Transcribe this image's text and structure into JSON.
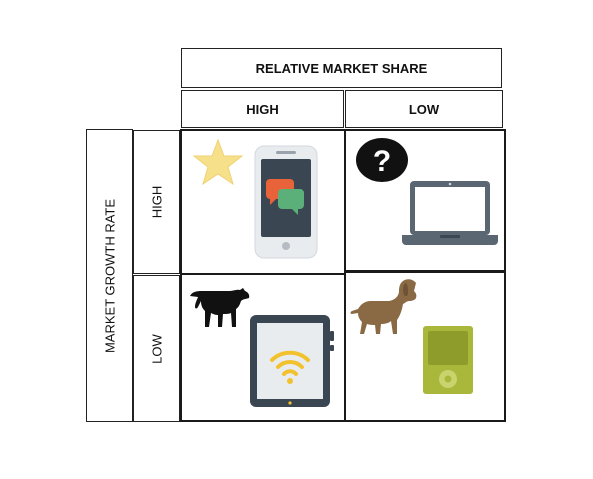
{
  "header": {
    "title": "RELATIVE MARKET SHARE",
    "high_label": "HIGH",
    "low_label": "LOW"
  },
  "side": {
    "title": "MARKET GROWTH RATE",
    "high_label": "HIGH",
    "low_label": "LOW"
  },
  "quadrants": [
    {
      "icons": [
        "star-icon",
        "smartphone-chat-icon"
      ]
    },
    {
      "icons": [
        "question-mark-icon",
        "laptop-icon"
      ]
    },
    {
      "icons": [
        "cow-icon",
        "tablet-wifi-icon"
      ]
    },
    {
      "icons": [
        "dog-icon",
        "mp3-player-icon"
      ]
    }
  ],
  "colors": {
    "star": "#f7e08a",
    "chat_orange": "#e8633a",
    "chat_green": "#5bb07a",
    "wifi": "#f2c12e",
    "device_dark": "#3a4652",
    "laptop_frame": "#5a6672",
    "dog": "#8a6a45",
    "mp3": "#a9b83a"
  }
}
